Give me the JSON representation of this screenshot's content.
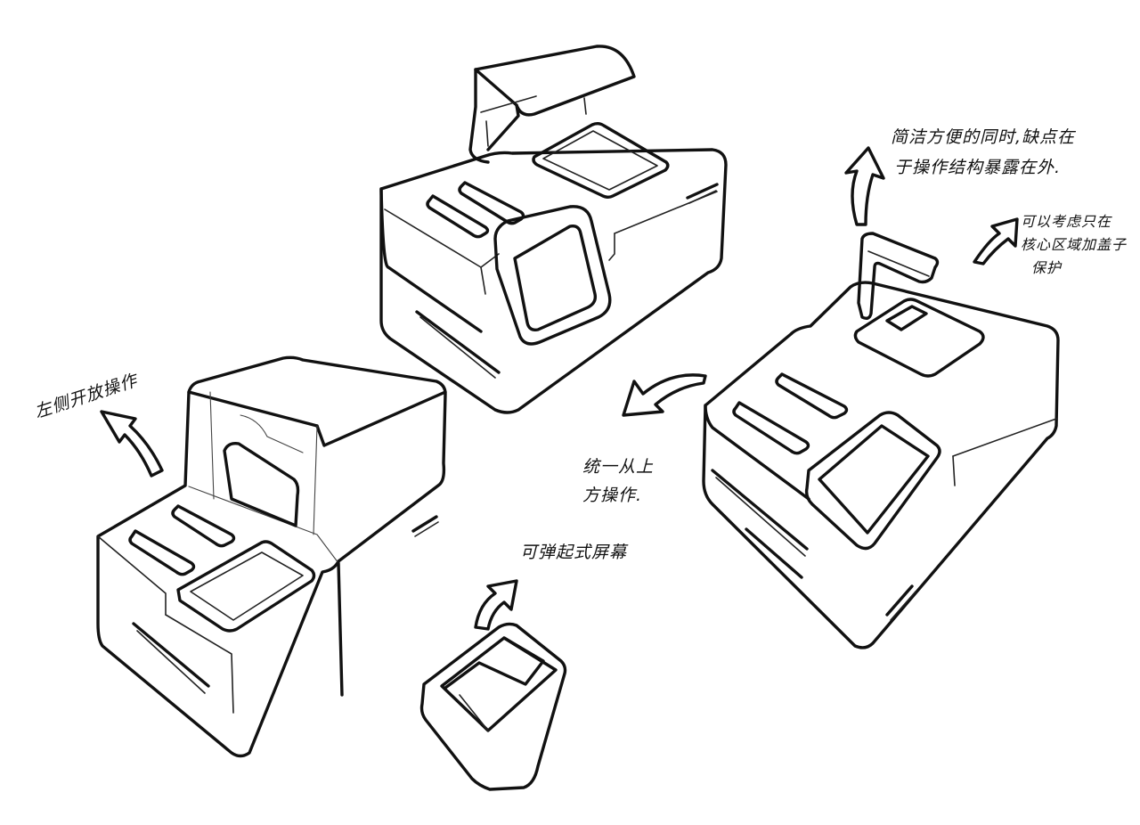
{
  "annotations": {
    "top_view_note_line1": "简洁方便的同时,缺点在",
    "top_view_note_line2": "于操作结构暴露在外.",
    "cover_note_line1": "可以考虑只在",
    "cover_note_line2": "核心区域加盖子",
    "cover_note_line3": "保护",
    "unified_note_line1": "统一从上",
    "unified_note_line2": "方操作.",
    "left_open_note": "左侧开放操作",
    "popup_screen_note": "可弹起式屏幕"
  },
  "colors": {
    "ink": "#111111",
    "paper": "#ffffff"
  }
}
